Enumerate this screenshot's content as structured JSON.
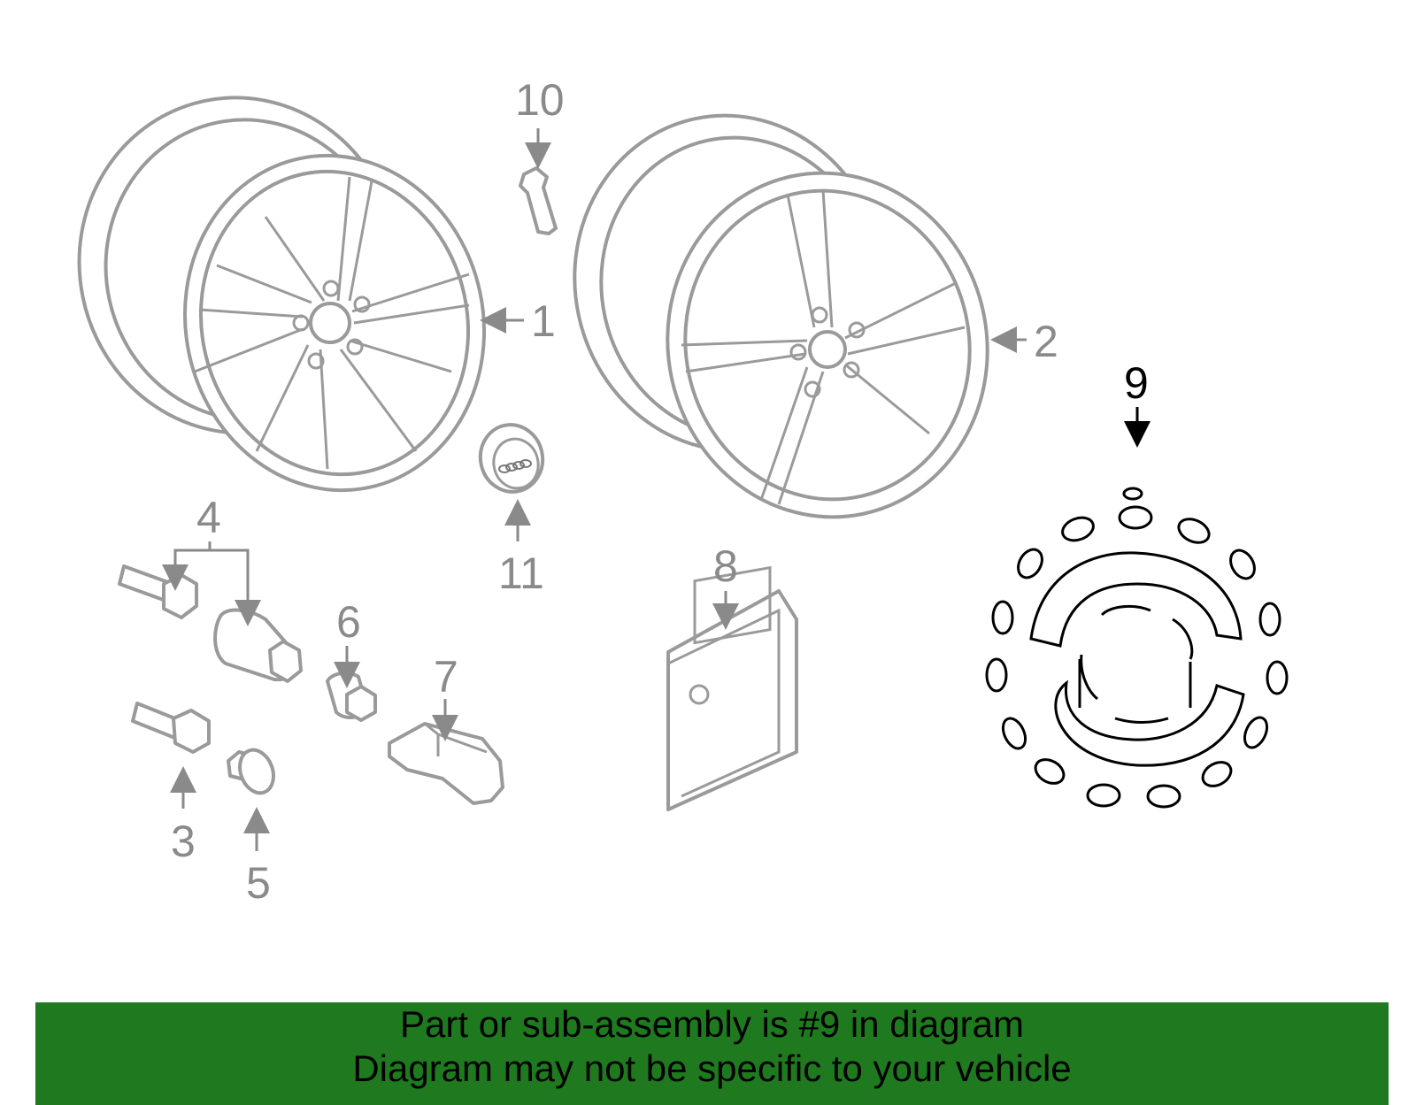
{
  "labels": {
    "p1": "1",
    "p2": "2",
    "p3": "3",
    "p4": "4",
    "p5": "5",
    "p6": "6",
    "p7": "7",
    "p8": "8",
    "p9": "9",
    "p10": "10",
    "p11": "11"
  },
  "highlight_part": "9",
  "colors": {
    "footer_bg": "#1f7a1f",
    "line": "#9a9a9a",
    "highlight": "#000000"
  },
  "footer": {
    "line1": "Part or sub-assembly is #9 in diagram",
    "line2": "Diagram may not be specific to your vehicle"
  }
}
